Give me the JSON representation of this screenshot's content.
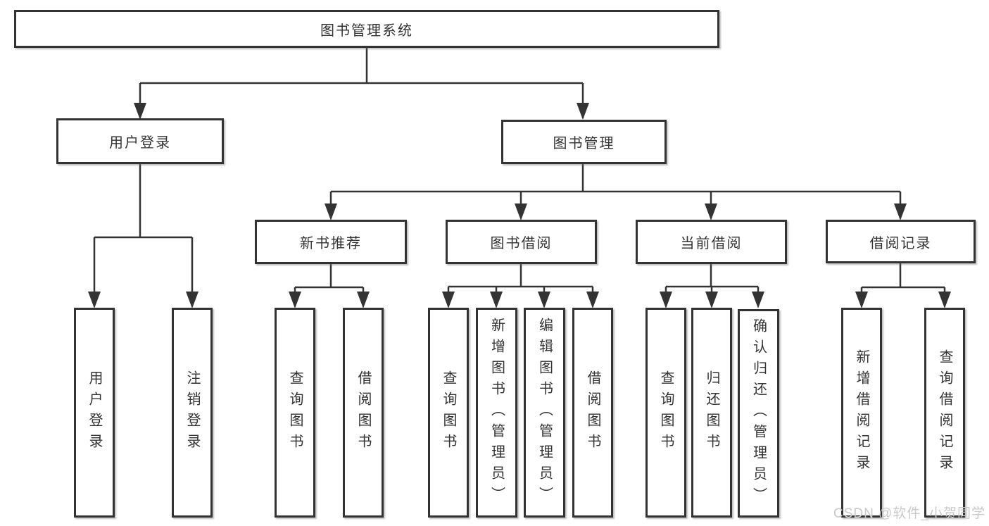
{
  "diagram": {
    "root": "图书管理系统",
    "level2": [
      "用户登录",
      "图书管理"
    ],
    "level3": [
      "新书推荐",
      "图书借阅",
      "当前借阅",
      "借阅记录"
    ],
    "leaves": [
      "用户登录",
      "注销登录",
      "查询图书",
      "借阅图书",
      "查询图书",
      "新增图书（管理员）",
      "编辑图书（管理员）",
      "借阅图书",
      "查询图书",
      "归还图书",
      "确认归还（管理员）",
      "新增借阅记录",
      "查询借阅记录"
    ]
  },
  "watermark": "CSDN @软件_小贺同学",
  "colors": {
    "line": "#333333",
    "text": "#333333",
    "box_background": "#ffffff",
    "watermark": "#c9c9c9"
  }
}
